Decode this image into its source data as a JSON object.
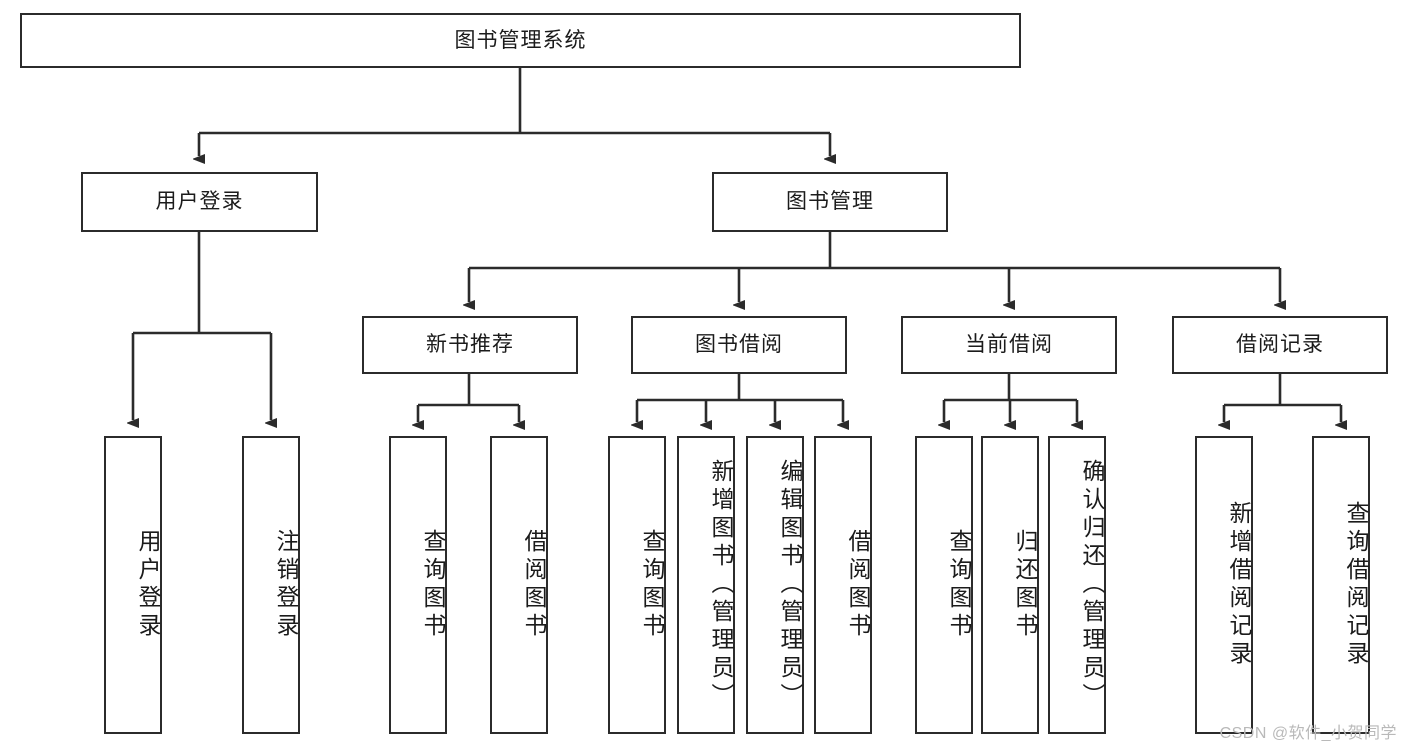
{
  "diagram": {
    "title": "图书管理系统",
    "type": "hierarchy-tree",
    "colors": {
      "box_border": "#2b2b2b",
      "box_fill": "#ffffff",
      "edge": "#2b2b2b",
      "text": "#1b1b1b",
      "watermark": "#b9b9b9"
    },
    "root": {
      "label": "图书管理系统"
    },
    "level2": [
      {
        "label": "用户登录"
      },
      {
        "label": "图书管理"
      }
    ],
    "level3": [
      {
        "label": "新书推荐"
      },
      {
        "label": "图书借阅"
      },
      {
        "label": "当前借阅"
      },
      {
        "label": "借阅记录"
      }
    ],
    "leaves": {
      "user_login": [
        {
          "label": "用户登录"
        },
        {
          "label": "注销登录"
        }
      ],
      "new_book": [
        {
          "label": "查询图书"
        },
        {
          "label": "借阅图书"
        }
      ],
      "book_borrow": [
        {
          "label": "查询图书"
        },
        {
          "label": "新增图书（管理员）"
        },
        {
          "label": "编辑图书（管理员）"
        },
        {
          "label": "借阅图书"
        }
      ],
      "current_borrow": [
        {
          "label": "查询图书"
        },
        {
          "label": "归还图书"
        },
        {
          "label": "确认归还（管理员）"
        }
      ],
      "borrow_record": [
        {
          "label": "新增借阅记录"
        },
        {
          "label": "查询借阅记录"
        }
      ]
    }
  },
  "watermark": {
    "text": "CSDN @软件_小贺同学"
  }
}
